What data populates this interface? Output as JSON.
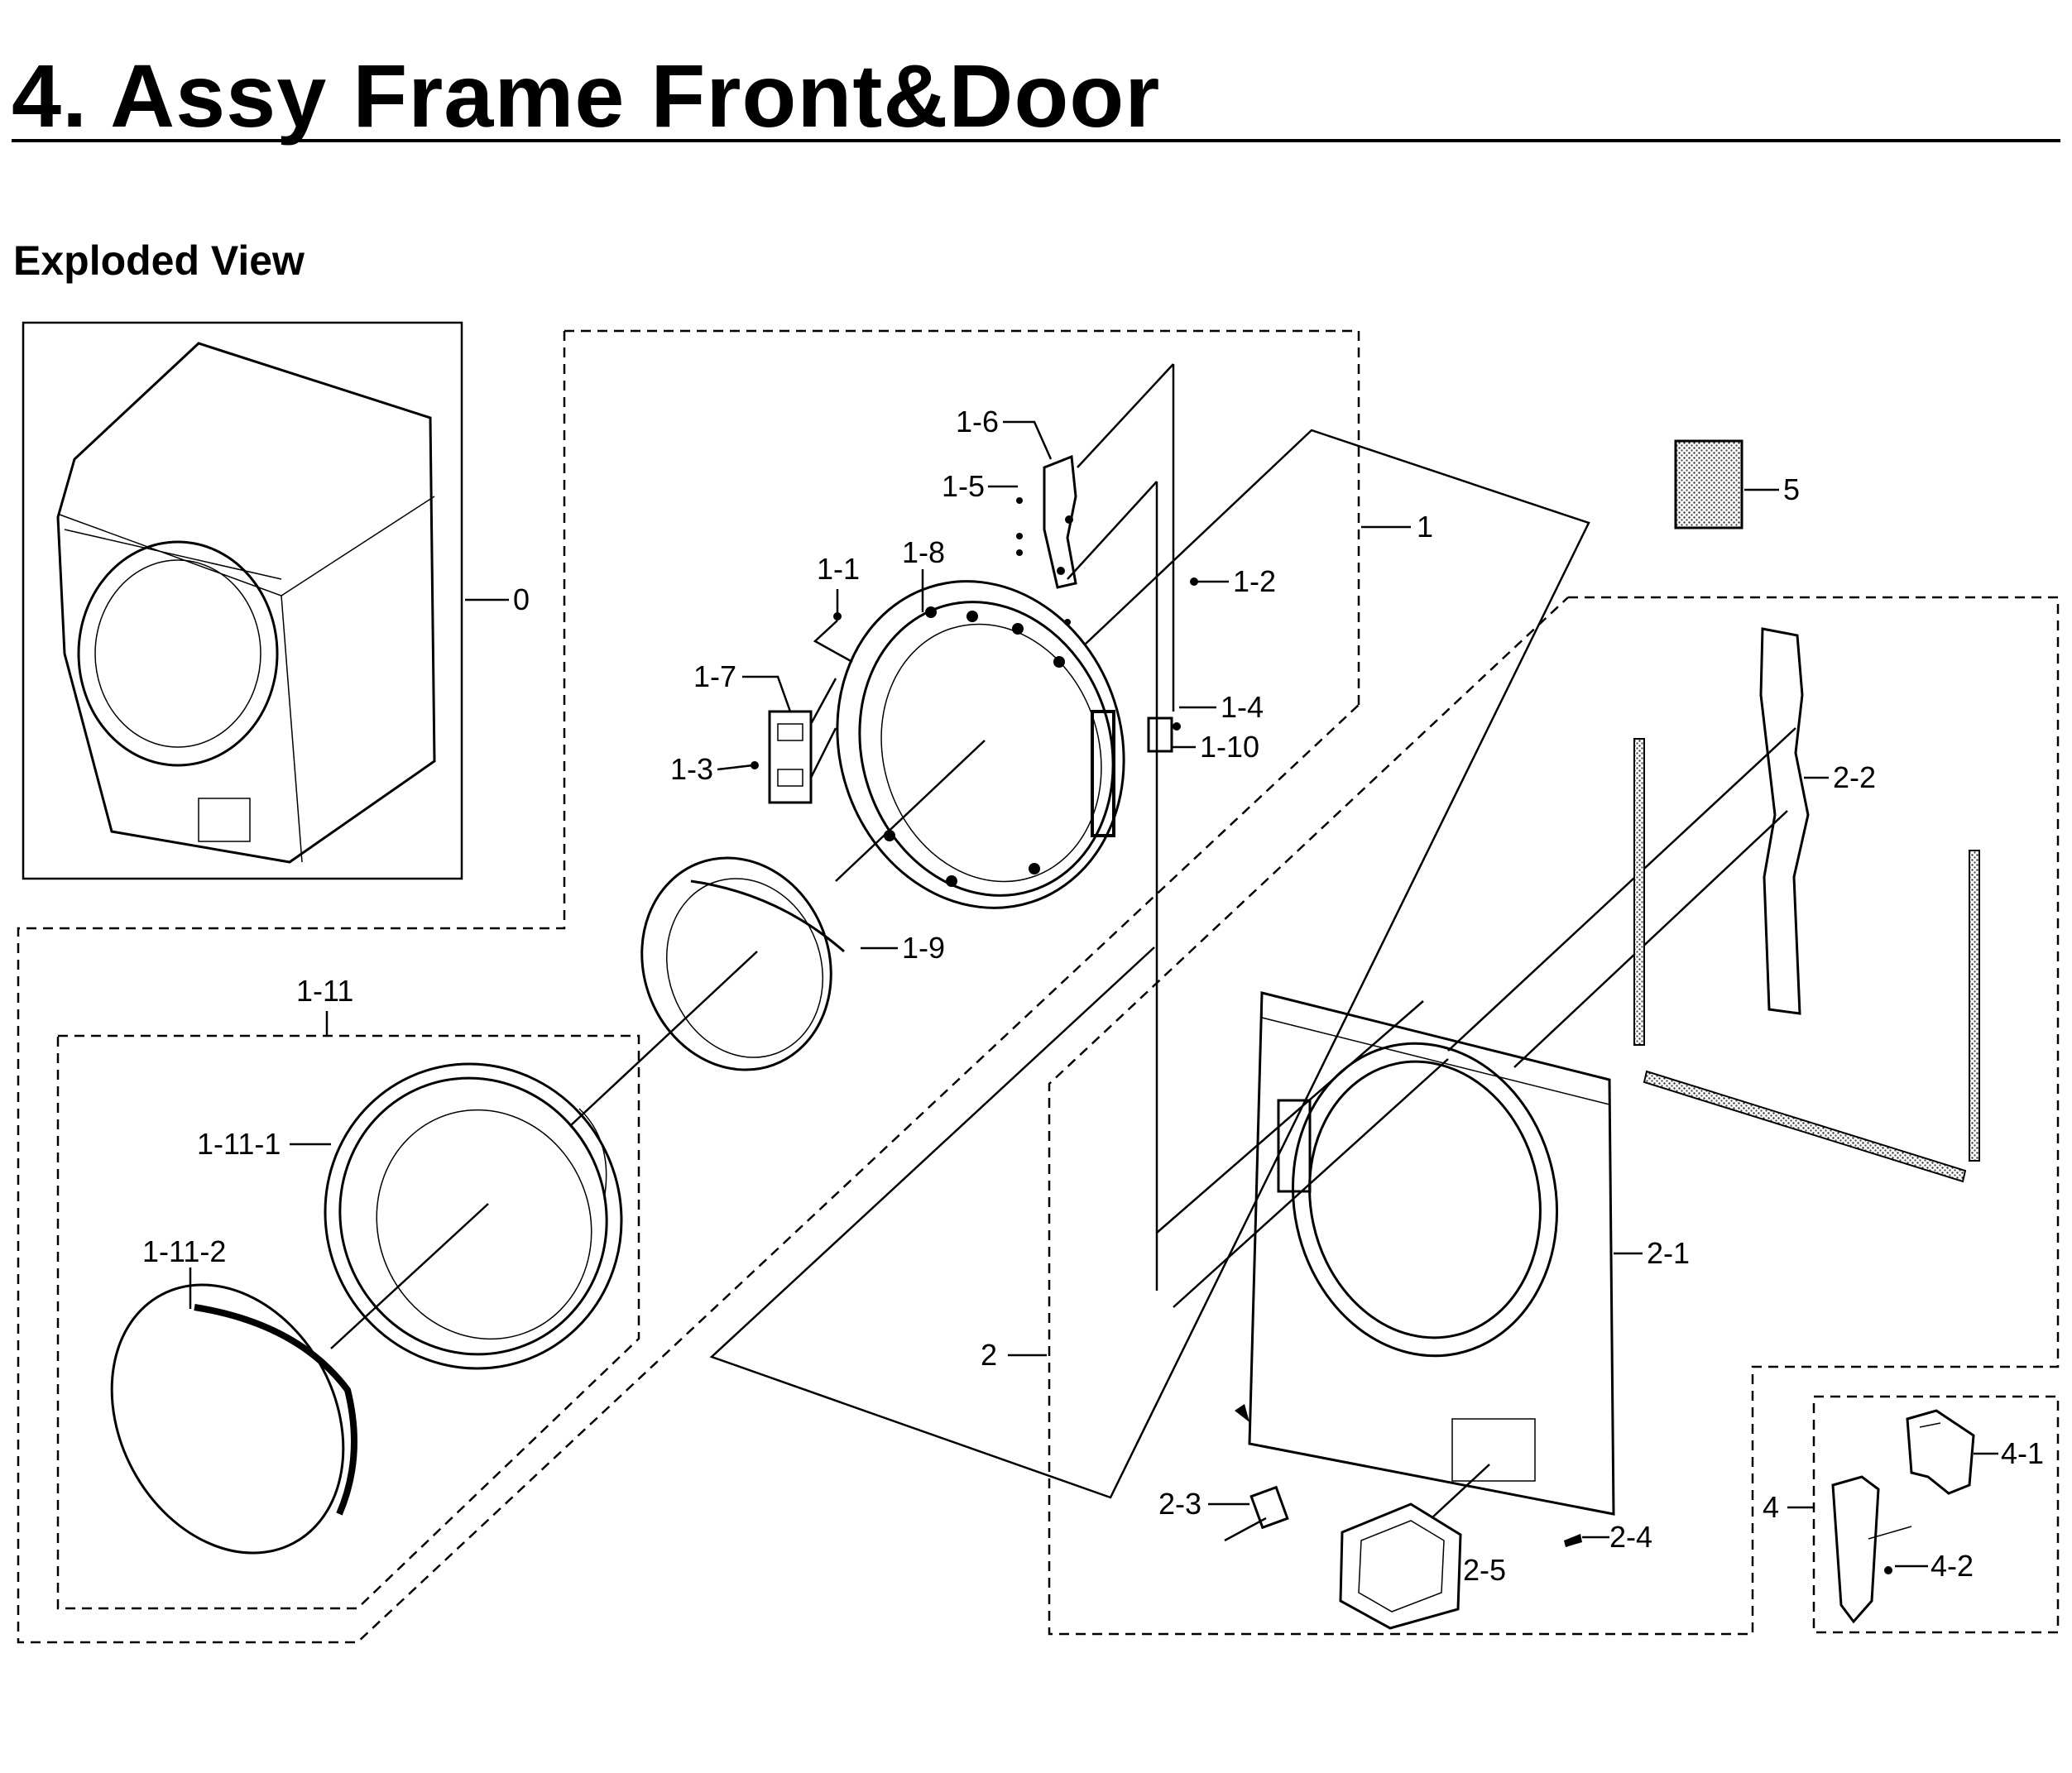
{
  "page": {
    "title": "4.  Assy Frame Front&Door",
    "subtitle": "Exploded View"
  },
  "labels": {
    "p0": "0",
    "p1": "1",
    "p1_1": "1-1",
    "p1_2": "1-2",
    "p1_3": "1-3",
    "p1_4": "1-4",
    "p1_5": "1-5",
    "p1_6": "1-6",
    "p1_7": "1-7",
    "p1_8": "1-8",
    "p1_9": "1-9",
    "p1_10": "1-10",
    "p1_11": "1-11",
    "p1_11_1": "1-11-1",
    "p1_11_2": "1-11-2",
    "p2": "2",
    "p2_1": "2-1",
    "p2_2": "2-2",
    "p2_3": "2-3",
    "p2_4": "2-4",
    "p2_5": "2-5",
    "p4": "4",
    "p4_1": "4-1",
    "p4_2": "4-2",
    "p5": "5"
  }
}
